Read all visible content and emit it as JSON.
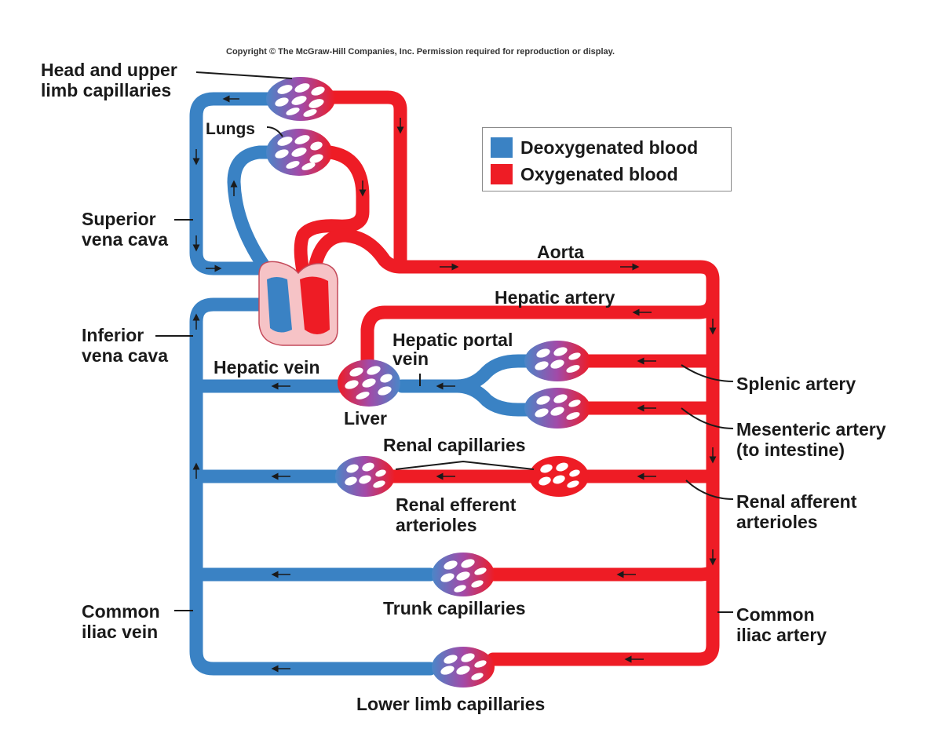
{
  "copyright": "Copyright © The McGraw-Hill Companies, Inc. Permission required for reproduction or display.",
  "colors": {
    "deoxygenated": "#3a82c4",
    "oxygenated": "#ee1c25",
    "capillary_mix": "#8a5ab8"
  },
  "legend": {
    "deoxygenated_label": "Deoxygenated blood",
    "oxygenated_label": "Oxygenated blood"
  },
  "labels": {
    "head_capillaries_1": "Head and upper",
    "head_capillaries_2": "limb capillaries",
    "lungs": "Lungs",
    "superior_vena_cava_1": "Superior",
    "superior_vena_cava_2": "vena cava",
    "aorta": "Aorta",
    "hepatic_artery": "Hepatic artery",
    "inferior_vena_cava_1": "Inferior",
    "inferior_vena_cava_2": "vena cava",
    "hepatic_portal_vein_1": "Hepatic portal",
    "hepatic_portal_vein_2": "vein",
    "hepatic_vein": "Hepatic vein",
    "liver": "Liver",
    "splenic_artery": "Splenic artery",
    "mesenteric_artery_1": "Mesenteric artery",
    "mesenteric_artery_2": "(to intestine)",
    "renal_capillaries": "Renal capillaries",
    "renal_efferent_1": "Renal efferent",
    "renal_efferent_2": "arterioles",
    "renal_afferent_1": "Renal afferent",
    "renal_afferent_2": "arterioles",
    "common_iliac_vein_1": "Common",
    "common_iliac_vein_2": "iliac vein",
    "trunk_capillaries": "Trunk capillaries",
    "common_iliac_artery_1": "Common",
    "common_iliac_artery_2": "iliac artery",
    "lower_limb_capillaries": "Lower limb capillaries"
  }
}
